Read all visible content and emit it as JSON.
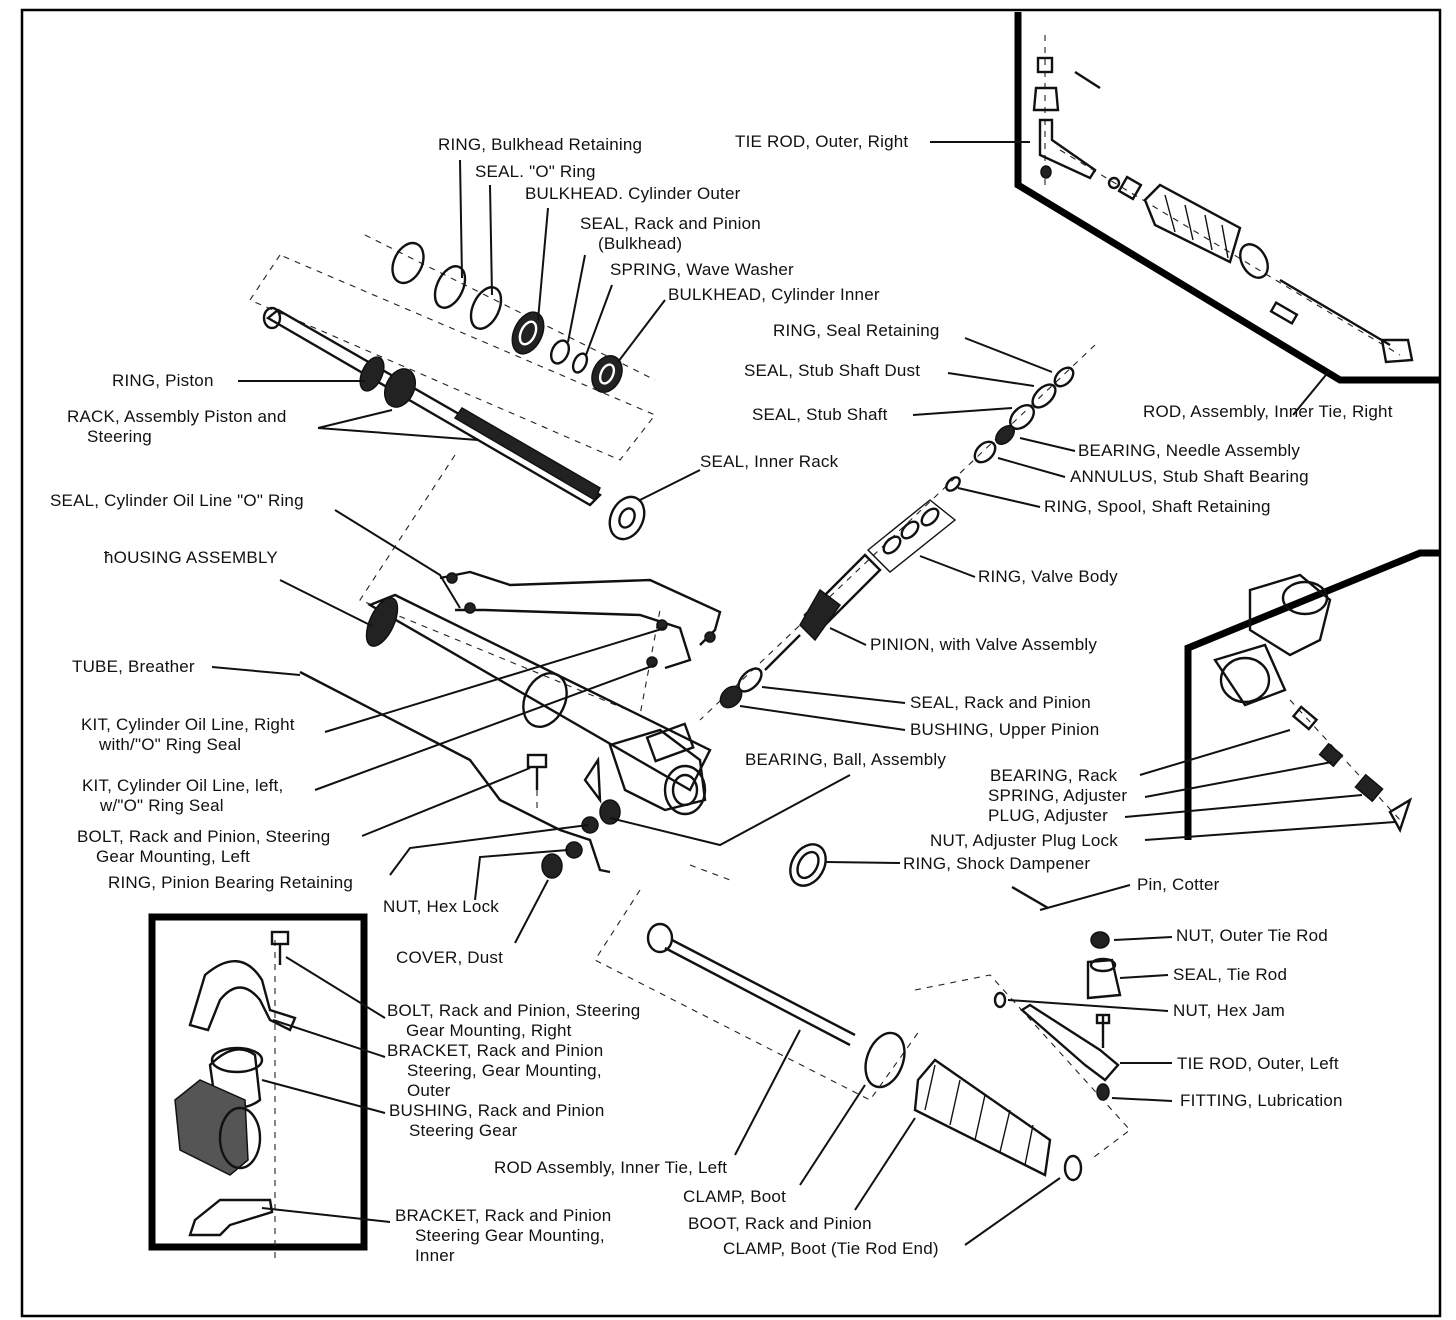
{
  "labels": {
    "tie_rod_outer_right": "TIE ROD, Outer, Right",
    "ring_bulkhead_retaining": "RING, Bulkhead Retaining",
    "seal_o_ring": "SEAL. \"O\" Ring",
    "bulkhead_cylinder_outer": "BULKHEAD. Cylinder Outer",
    "seal_rack_pinion_bulkhead_1": "SEAL, Rack and Pinion",
    "seal_rack_pinion_bulkhead_2": "(Bulkhead)",
    "spring_wave_washer": "SPRING, Wave Washer",
    "bulkhead_cylinder_inner": "BULKHEAD, Cylinder Inner",
    "ring_seal_retaining": "RING, Seal Retaining",
    "seal_stub_shaft_dust": "SEAL, Stub Shaft Dust",
    "seal_stub_shaft": "SEAL, Stub Shaft",
    "bearing_needle_assembly": "BEARING, Needle Assembly",
    "annulus_stub_shaft_bearing": "ANNULUS, Stub Shaft Bearing",
    "ring_spool_shaft_retaining": "RING, Spool, Shaft Retaining",
    "ring_valve_body": "RING, Valve Body",
    "pinion_valve_assembly": "PINION, with Valve Assembly",
    "seal_rack_pinion": "SEAL, Rack and Pinion",
    "bushing_upper_pinion": "BUSHING, Upper Pinion",
    "bearing_ball_assembly": "BEARING, Ball, Assembly",
    "bearing_rack": "BEARING, Rack",
    "spring_adjuster": "SPRING, Adjuster",
    "plug_adjuster": "PLUG, Adjuster",
    "nut_adjuster_plug_lock": "NUT, Adjuster Plug Lock",
    "ring_shock_dampener": "RING, Shock Dampener",
    "pin_cotter": "Pin, Cotter",
    "nut_outer_tie_rod": "NUT, Outer Tie Rod",
    "seal_tie_rod": "SEAL, Tie Rod",
    "nut_hex_jam": "NUT, Hex Jam",
    "tie_rod_outer_left": "TIE ROD, Outer, Left",
    "fitting_lubrication": "FITTING, Lubrication",
    "rod_assembly_inner_tie_right": "ROD, Assembly, Inner Tie, Right",
    "ring_piston": "RING, Piston",
    "rack_assembly_1": "RACK, Assembly Piston and",
    "rack_assembly_2": "Steering",
    "seal_inner_rack": "SEAL, Inner Rack",
    "seal_cyl_oil_line": "SEAL, Cylinder Oil Line \"O\" Ring",
    "housing_assembly": "ħOUSING ASSEMBLY",
    "tube_breather": "TUBE, Breather",
    "kit_right_1": "KIT, Cylinder Oil Line, Right",
    "kit_right_2": "with/\"O\" Ring Seal",
    "kit_left_1": "KIT, Cylinder Oil Line, left,",
    "kit_left_2": "w/\"O\" Ring Seal",
    "bolt_left_1": "BOLT, Rack and Pinion, Steering",
    "bolt_left_2": "Gear Mounting, Left",
    "ring_pinion_bearing_retaining": "RING, Pinion Bearing Retaining",
    "nut_hex_lock": "NUT, Hex Lock",
    "cover_dust": "COVER, Dust",
    "bolt_right_1": "BOLT, Rack and Pinion, Steering",
    "bolt_right_2": "Gear Mounting, Right",
    "bracket_outer_1": "BRACKET, Rack and Pinion",
    "bracket_outer_2": "Steering, Gear Mounting,",
    "bracket_outer_3": "Outer",
    "bushing_rp_1": "BUSHING, Rack and Pinion",
    "bushing_rp_2": "Steering Gear",
    "rod_inner_tie_left": "ROD Assembly, Inner Tie, Left",
    "clamp_boot": "CLAMP, Boot",
    "boot_rack_pinion": "BOOT, Rack and Pinion",
    "clamp_boot_tie_rod_end": "CLAMP, Boot (Tie Rod End)",
    "bracket_inner_1": "BRACKET, Rack and Pinion",
    "bracket_inner_2": "Steering Gear Mounting,",
    "bracket_inner_3": "Inner"
  }
}
